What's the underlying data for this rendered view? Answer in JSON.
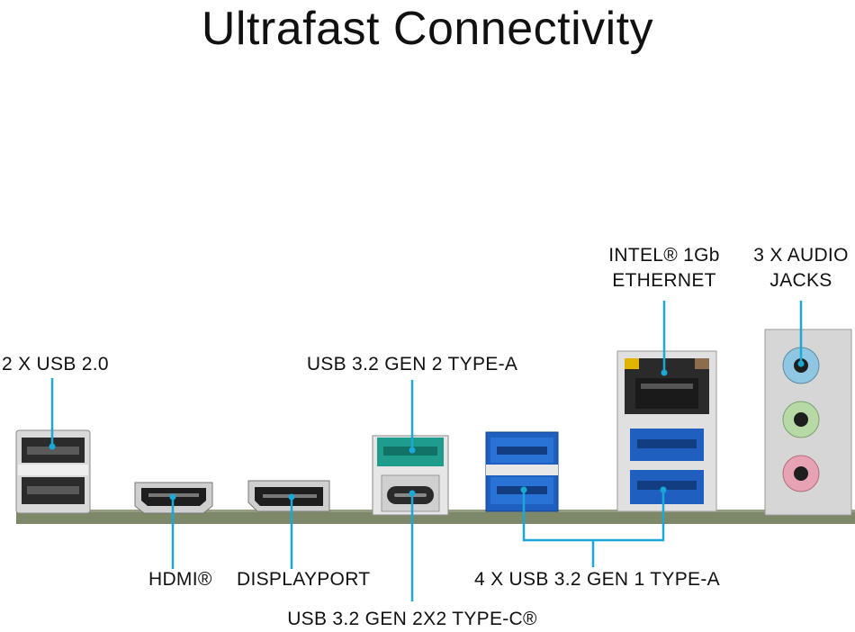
{
  "title": "Ultrafast Connectivity",
  "labels": {
    "usb20": "2 X USB 2.0",
    "hdmi": "HDMI®",
    "displayport": "DISPLAYPORT",
    "usb32gen2a": "USB 3.2 GEN 2 TYPE-A",
    "usb32gen2x2c": "USB 3.2 GEN 2X2 TYPE-C®",
    "usb32gen1a": "4 X USB 3.2 GEN 1 TYPE-A",
    "ethernet_line1": "INTEL® 1Gb",
    "ethernet_line2": "ETHERNET",
    "audio_line1": "3 X AUDIO",
    "audio_line2": "JACKS"
  },
  "colors": {
    "callout_line": "#1aa9d6",
    "board": "#7d8869",
    "usb3_blue": "#1f5fbf",
    "gen2_teal": "#1e9c8c",
    "audio_blue": "#8fc7e3",
    "audio_green": "#b7d9a6",
    "audio_pink": "#e7a3b3"
  }
}
